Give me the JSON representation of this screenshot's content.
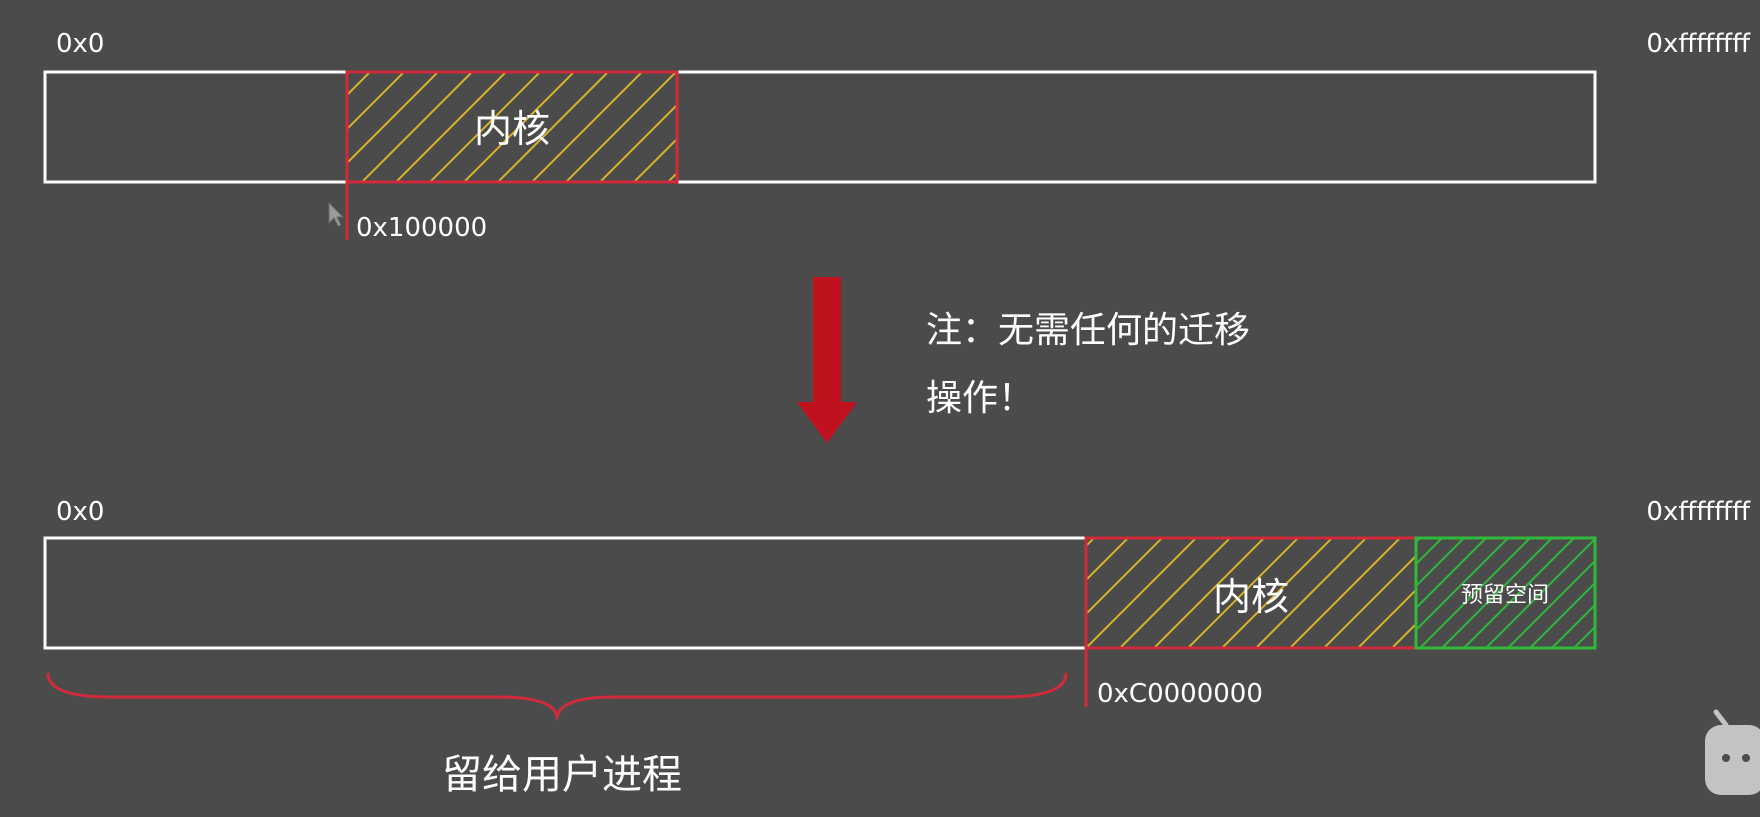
{
  "colors": {
    "background": "#4b4b4b",
    "outline": "#ffffff",
    "kernel_border": "#d22a3a",
    "kernel_hatch": "#d9b32a",
    "reserved_border": "#2fb83a",
    "reserved_hatch": "#2fb83a",
    "arrow": "#c0111f",
    "brace": "#d22a3a"
  },
  "before": {
    "start_address": "0x0",
    "end_address": "0xffffffff",
    "kernel_label": "内核",
    "kernel_address": "0x100000"
  },
  "note": {
    "line1": "注：无需任何的迁移",
    "line2": "操作！"
  },
  "after": {
    "start_address": "0x0",
    "end_address": "0xffffffff",
    "kernel_label": "内核",
    "reserved_label": "预留空间",
    "kernel_address": "0xC0000000",
    "user_label": "留给用户进程"
  },
  "icons": {
    "mouse_cursor": "cursor-arrow-icon",
    "watermark": "tv-logo-icon"
  }
}
